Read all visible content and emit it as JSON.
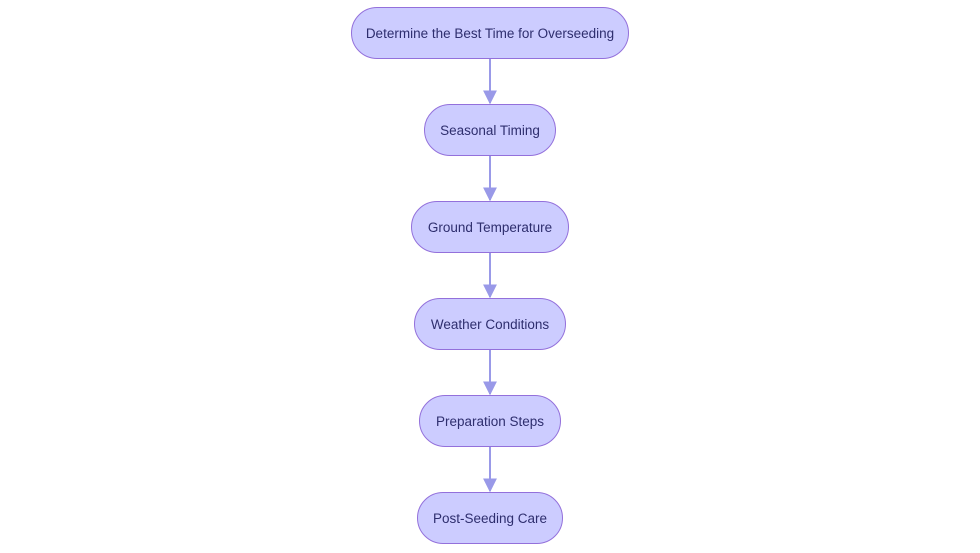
{
  "diagram": {
    "type": "flowchart",
    "direction": "top-to-bottom",
    "colors": {
      "node_fill": "#ccccff",
      "node_border": "#9370db",
      "edge": "#9999e8",
      "text": "#2e2e6e"
    },
    "nodes": [
      {
        "id": "n1",
        "label": "Determine the Best Time for Overseeding"
      },
      {
        "id": "n2",
        "label": "Seasonal Timing"
      },
      {
        "id": "n3",
        "label": "Ground Temperature"
      },
      {
        "id": "n4",
        "label": "Weather Conditions"
      },
      {
        "id": "n5",
        "label": "Preparation Steps"
      },
      {
        "id": "n6",
        "label": "Post-Seeding Care"
      }
    ],
    "edges": [
      {
        "from": "n1",
        "to": "n2"
      },
      {
        "from": "n2",
        "to": "n3"
      },
      {
        "from": "n3",
        "to": "n4"
      },
      {
        "from": "n4",
        "to": "n5"
      },
      {
        "from": "n5",
        "to": "n6"
      }
    ]
  }
}
